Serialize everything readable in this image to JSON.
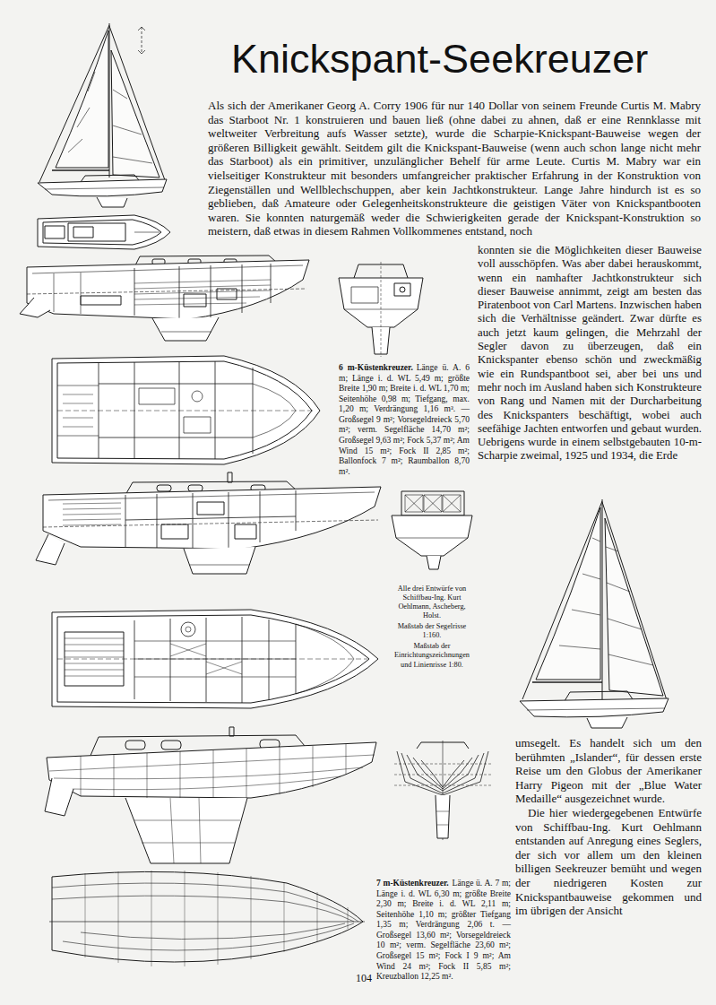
{
  "diagram": {
    "title": "Knickspant-Seekreuzer",
    "labels": [
      "Als sich der Amerikaner Georg A. Corry 1906 für nur 140 Dollar von seinem Freunde Curtis M. Mabry das Starboot Nr. 1 konstruieren und bauen ließ (ohne dabei zu ahnen, daß er eine Rennklasse mit weltweiter Verbreitung aufs Wasser setzte), wurde die Scharpie-Knickspant-Bauweise wegen der größeren Billigkeit gewählt. Seitdem gilt die Knickspant-Bauweise (wenn auch schon lange nicht mehr das Starboot) als ein primitiver, unzulänglicher Behelf für arme Leute. Curtis M. Mabry war ein vielseitiger Konstrukteur mit besonders umfangreicher praktischer Erfahrung in der Konstruktion von Ziegenställen und Wellblechschuppen, aber kein Jachtkonstrukteur. Lange Jahre hindurch ist es so geblieben, daß Amateure oder Gelegenheitskonstrukteure die geistigen Väter von Knickspantbooten waren. Sie konnten naturgemäß weder die Schwierigkeiten gerade der Knickspant-Konstruktion so meistern, daß etwas in diesem Rahmen Vollkommenes entstand, noch",
      "konnten sie die Möglichkeiten dieser Bauweise voll ausschöpfen. Was aber dabei herauskommt, wenn ein namhafter Jachtkonstrukteur sich dieser Bauweise annimmt, zeigt am besten das Piratenboot von Carl Martens. Inzwischen haben sich die Verhältnisse geändert. Zwar dürfte es auch jetzt kaum gelingen, die Mehrzahl der Segler davon zu überzeugen, daß ein Knickspanter ebenso schön und zweckmäßig wie ein Rundspantboot sei, aber bei uns und mehr noch im Ausland haben sich Konstrukteure von Rang und Namen mit der Durcharbeitung des Knickspanters beschäftigt, wobei auch seefähige Jachten entworfen und gebaut wurden. Uebrigens wurde in einem selbstgebauten 10-m-Scharpie zweimal, 1925 und 1934, die Erde",
      "umsegelt. Es handelt sich um den berühmten „Islander“, für dessen erste Reise um den Globus der Amerikaner Harry Pigeon mit der „Blue Water Medaille“ ausgezeichnet wurde.",
      "Die hier wiedergegebenen Entwürfe von Schiffbau-Ing. Kurt Oehlmann entstanden auf Anregung eines Seglers, der sich vor allem um den kleinen billigen Seekreuzer bemüht und wegen der niedrigeren Kosten zur Knickspantbauweise gekommen und im übrigen der Ansicht",
      "6 m-Küstenkreuzer.",
      "Länge ü. A. 6 m; Länge i. d. WL 5,49 m; größte Breite 1,90 m; Breite i. d. WL 1,70 m; Seitenhöhe 0,98 m; Tiefgang, max. 1,20 m; Verdrängung 1,16 m³. — Großsegel 9 m²; Vorsegeldreieck 5,70 m²; verm. Segelfläche 14,70 m²; Großsegel 9,63 m²; Fock 5,37 m²; Am Wind 15 m²; Fock II 2,85 m²; Ballonfock 7 m²; Raumballon 8,70 m².",
      "Alle drei Entwürfe von Schiffbau-Ing. Kurt Oehlmann, Ascheberg, Holst.",
      "Maßstab der Segelrisse 1:160.",
      "Maßstab der Einrichtungszeichnungen und Linienrisse 1:80.",
      "7 m-Küstenkreuzer.",
      "Länge ü. A. 7 m; Länge i. d. WL 6,30 m; größte Breite 2,30 m; Breite i. d. WL 2,11 m; Seitenhöhe 1,10 m; größter Tiefgang 1,35 m; Verdrängung 2,06 t. — Großsegel 13,60 m²; Vorsegeldreieck 10 m²; verm. Segelfläche 23,60 m²; Großsegel 15 m²; Fock I 9 m²; Am Wind 24 m²; Fock II 5,85 m²; Kreuzballon 12,25 m².",
      "104"
    ]
  }
}
